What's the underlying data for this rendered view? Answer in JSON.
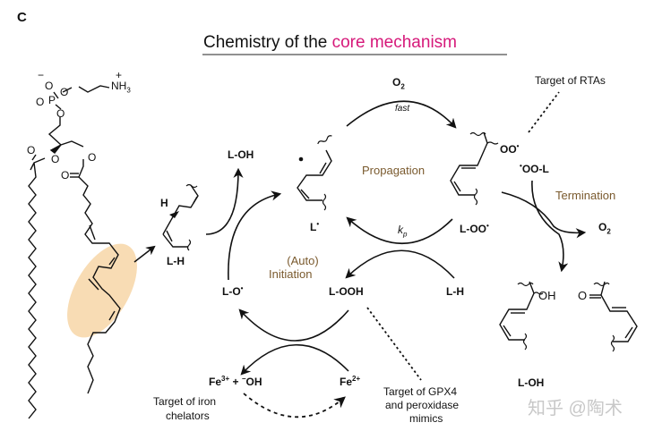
{
  "panel_label": "C",
  "title": {
    "prefix": "Chemistry of the ",
    "highlight": "core mechanism",
    "highlight_color": "#d6197a"
  },
  "phospholipid": {
    "headgroup": {
      "charge_minus": "−",
      "o_top": "O",
      "p": "P",
      "o_eq": "O",
      "o_link1": "O",
      "o_link2": "O",
      "nh3": "NH",
      "nh3_sub": "3",
      "charge_plus": "+"
    },
    "ester_o": [
      "O",
      "O",
      "O",
      "O"
    ],
    "highlight_color": "#f8dcb4"
  },
  "species": {
    "lh_left": {
      "label": "L-H",
      "h_atom": "H"
    },
    "loh_top": "L-OH",
    "l_radical": {
      "label": "L",
      "dot": "•"
    },
    "loo_radical": {
      "label": "L-OO",
      "dot": "•"
    },
    "oo_group": {
      "label": "OO",
      "dot": "•"
    },
    "oo_l": {
      "dot": "•",
      "label": "OO-L"
    },
    "lo_radical": {
      "label": "L-O",
      "dot": "•"
    },
    "looh": "L-OOH",
    "lh_right": "L-H",
    "loh_bottom": "L-OH",
    "oh_atom": "OH",
    "o_ketone": "O",
    "o2_top": {
      "label": "O",
      "sub": "2"
    },
    "o2_right": {
      "label": "O",
      "sub": "2"
    },
    "fe3": {
      "label": "Fe",
      "sup": "3+"
    },
    "plus": "+",
    "hydroxide": {
      "sup": "−",
      "label": "OH"
    },
    "fe2": {
      "label": "Fe",
      "sup": "2+"
    }
  },
  "annotations": {
    "fast": "fast",
    "kp": {
      "k": "k",
      "sub": "p"
    },
    "propagation": "Propagation",
    "termination": "Termination",
    "auto_initiation_line1": "(Auto)",
    "auto_initiation_line2": "Initiation",
    "target_rtas": "Target of RTAs",
    "target_gpx4_line1": "Target of GPX4",
    "target_gpx4_line2": "and peroxidase",
    "target_gpx4_line3": "mimics",
    "target_iron_line1": "Target of iron",
    "target_iron_line2": "chelators"
  },
  "watermark": "知乎 @陶术",
  "colors": {
    "process_label": "#7a5a2e",
    "watermark": "#c8c8c8"
  }
}
